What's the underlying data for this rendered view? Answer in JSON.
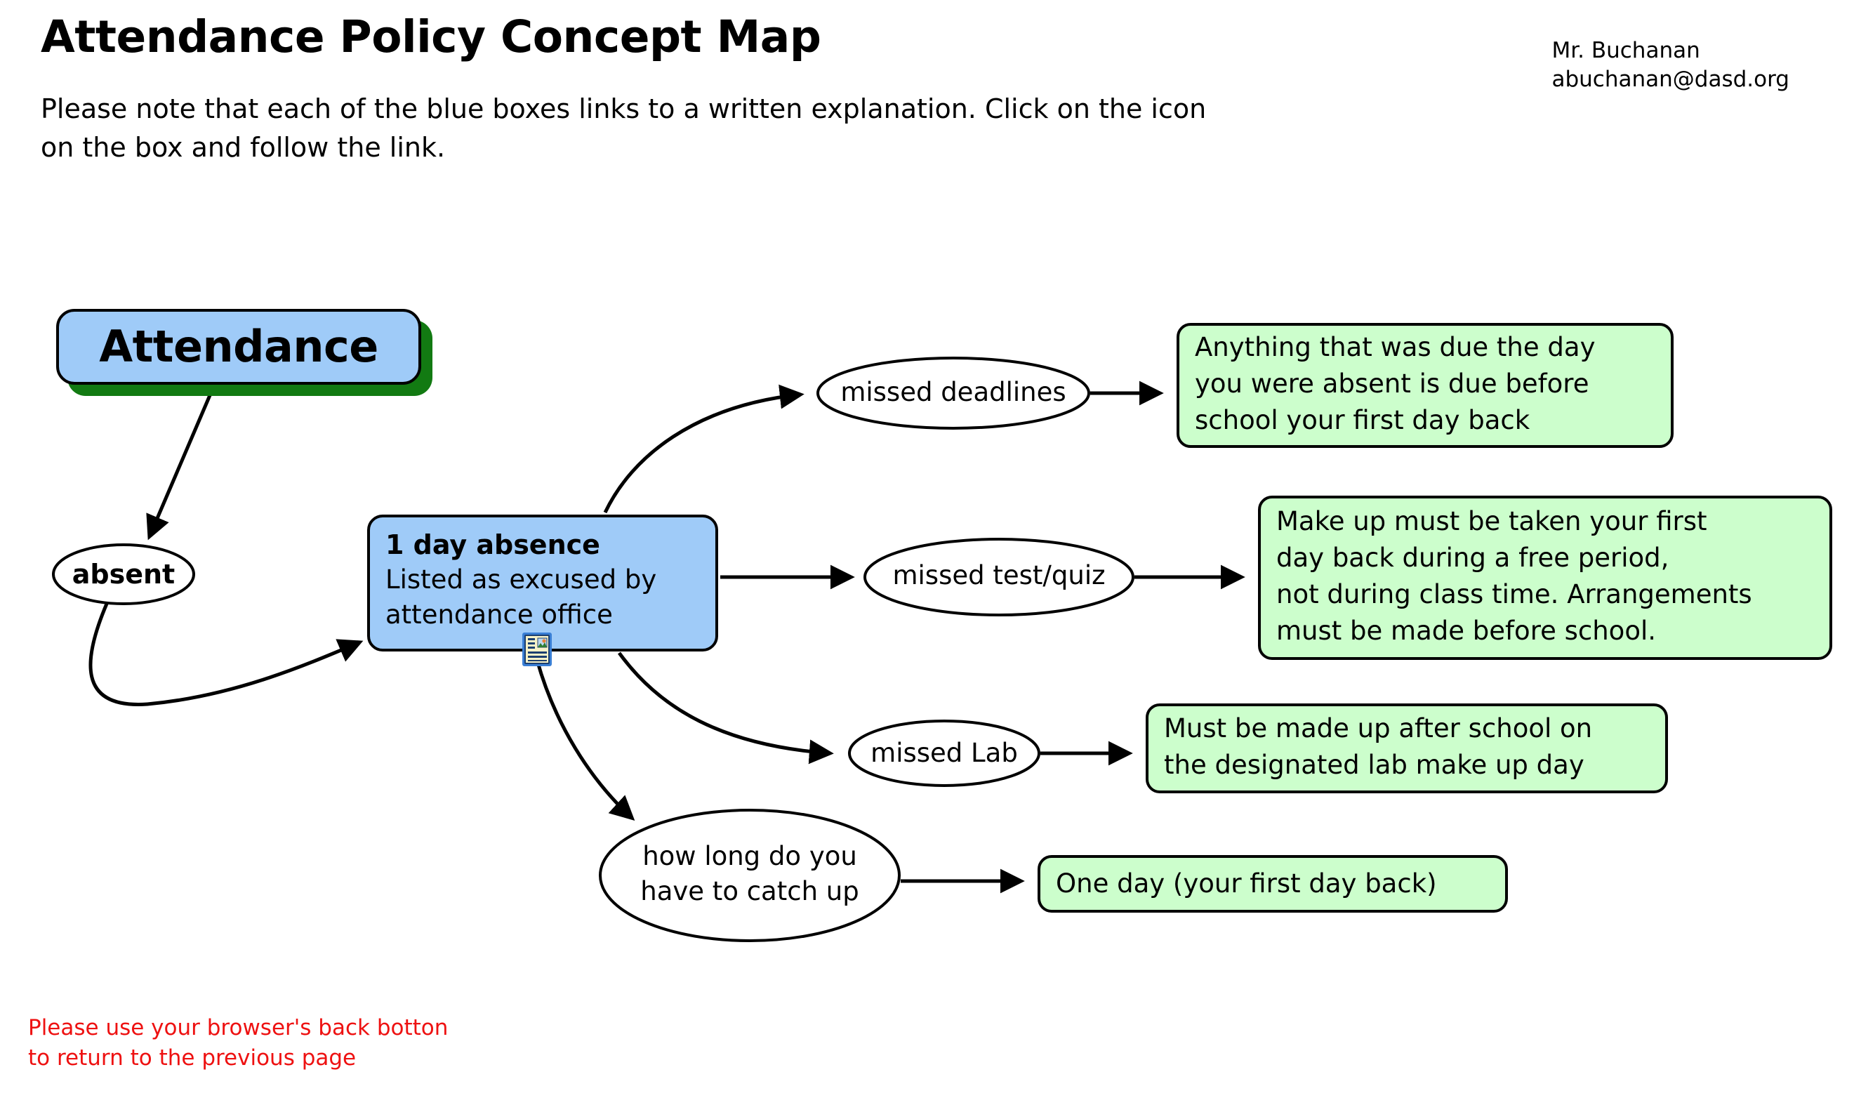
{
  "header": {
    "title": "Attendance Policy Concept Map",
    "subtitle_lines": [
      "Please note that each of the blue boxes links to a written explanation. Click on the icon",
      "on the box and follow the link."
    ],
    "contact": {
      "name": "Mr. Buchanan",
      "email": "abuchanan@dasd.org"
    }
  },
  "footer": {
    "lines": [
      "Please use your browser's back botton",
      "to return to the previous page"
    ],
    "color": "#ee1111"
  },
  "colors": {
    "concept_blue": "#9fcbf8",
    "concept_blue_shadow": "#127a12",
    "explanation_green": "#ccfecc",
    "outline": "#000000",
    "page_background": "#ffffff",
    "footer_red": "#ee1111"
  },
  "nodes": {
    "attendance": {
      "label": "Attendance",
      "type": "concept-box-blue",
      "has_green_shadow": true
    },
    "absent": {
      "label": "absent",
      "type": "ellipse"
    },
    "one_day_absence": {
      "type": "concept-box-blue",
      "heading": "1 day absence",
      "lines": [
        "Listed as excused by",
        "attendance office"
      ],
      "icon": "document-link-icon",
      "icon_tooltip": "Click on the icon on the box and follow the link."
    },
    "missed_deadlines": {
      "label": "missed deadlines",
      "type": "ellipse"
    },
    "missed_test_quiz": {
      "label": "missed test/quiz",
      "type": "ellipse"
    },
    "missed_lab": {
      "label": "missed Lab",
      "type": "ellipse"
    },
    "catch_up_question": {
      "type": "ellipse",
      "lines": [
        "how long do you",
        "have to catch up"
      ]
    }
  },
  "explanations": {
    "deadlines": {
      "type": "explanation-box-green",
      "lines": [
        "Anything that was due the day",
        "you were absent is due before",
        "school your first day back"
      ]
    },
    "test_quiz": {
      "type": "explanation-box-green",
      "lines": [
        "Make up must be taken your first",
        "day back during a free period,",
        "not during class time. Arrangements",
        "must be made before school."
      ]
    },
    "lab": {
      "type": "explanation-box-green",
      "lines": [
        "Must be made up after school on",
        "the designated lab make up day"
      ]
    },
    "catch_up": {
      "type": "explanation-box-green",
      "lines": [
        "One day (your first day back)"
      ]
    }
  },
  "edges": [
    {
      "from": "attendance",
      "to": "absent",
      "style": "straight-arrow"
    },
    {
      "from": "absent",
      "to": "one_day_absence",
      "style": "curved-arrow"
    },
    {
      "from": "one_day_absence",
      "to": "missed_deadlines",
      "style": "curved-arrow"
    },
    {
      "from": "one_day_absence",
      "to": "missed_test_quiz",
      "style": "straight-arrow"
    },
    {
      "from": "one_day_absence",
      "to": "missed_lab",
      "style": "curved-arrow"
    },
    {
      "from": "one_day_absence",
      "to": "catch_up_question",
      "style": "curved-arrow"
    },
    {
      "from": "missed_deadlines",
      "to": "deadlines",
      "style": "straight-arrow"
    },
    {
      "from": "missed_test_quiz",
      "to": "test_quiz",
      "style": "straight-arrow"
    },
    {
      "from": "missed_lab",
      "to": "lab",
      "style": "straight-arrow"
    },
    {
      "from": "catch_up_question",
      "to": "catch_up",
      "style": "straight-arrow"
    }
  ]
}
